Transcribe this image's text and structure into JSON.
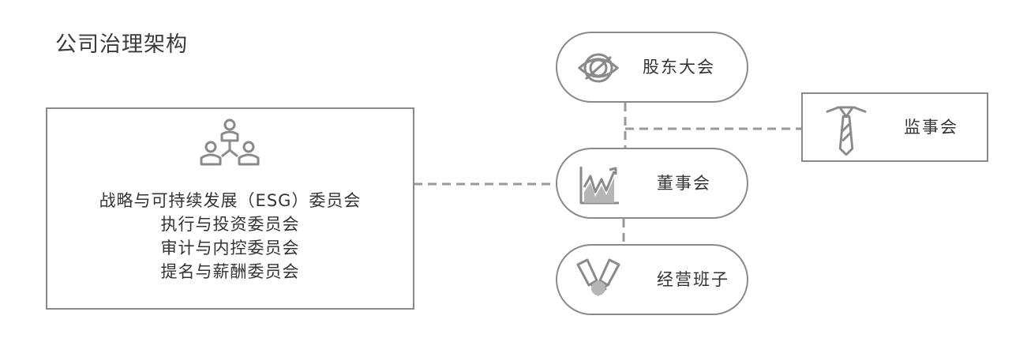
{
  "title": "公司治理架构",
  "nodes": {
    "shareholders": "股东大会",
    "supervisors": "监事会",
    "board": "董事会",
    "management": "经营班子"
  },
  "committees": [
    "战略与可持续发展（ESG）委员会",
    "执行与投资委员会",
    "审计与内控委员会",
    "提名与薪酬委员会"
  ],
  "colors": {
    "stroke": "#8a8a8a",
    "line": "#999999",
    "text": "#333333"
  }
}
